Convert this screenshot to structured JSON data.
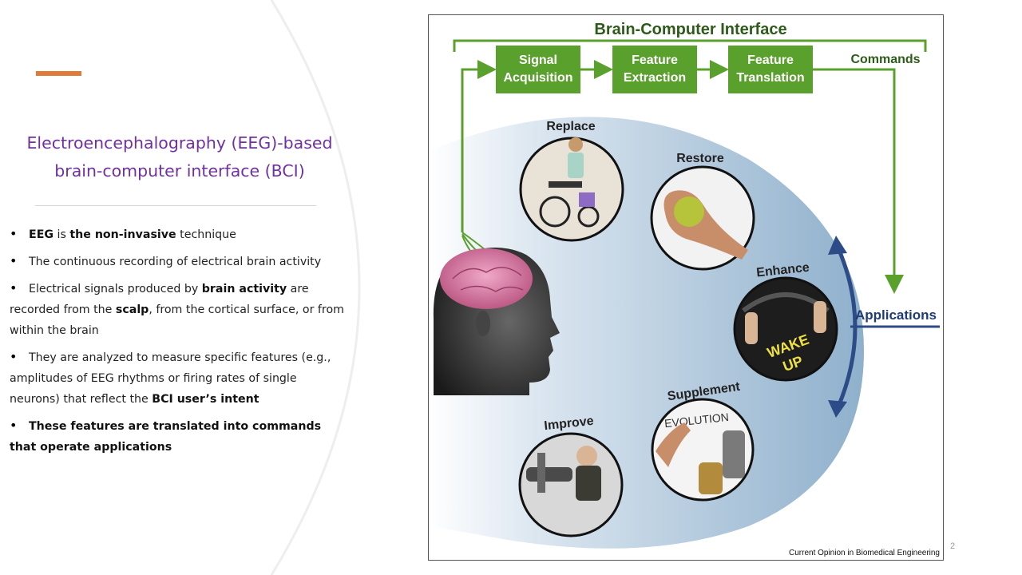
{
  "slide": {
    "title_line1": "Electroencephalography (EEG)-based",
    "title_line2": "brain-computer interface (BCI)",
    "page_number": "2"
  },
  "bullets": [
    {
      "parts": [
        {
          "t": "EEG",
          "b": true
        },
        {
          "t": " is "
        },
        {
          "t": "the non-invasive",
          "b": true
        },
        {
          "t": " technique"
        }
      ]
    },
    {
      "parts": [
        {
          "t": "The continuous recording of electrical brain activity"
        }
      ]
    },
    {
      "parts": [
        {
          "t": "Electrical signals produced by "
        },
        {
          "t": "brain activity",
          "b": true
        },
        {
          "t": " are recorded from the "
        },
        {
          "t": "scalp",
          "b": true
        },
        {
          "t": ",  from the cortical surface, or from within the brain"
        }
      ]
    },
    {
      "parts": [
        {
          "t": "They are analyzed to measure specific features (e.g., amplitudes of EEG rhythms or firing rates of single neurons) that reflect the "
        },
        {
          "t": "BCI user’s intent",
          "b": true
        }
      ]
    },
    {
      "parts": [
        {
          "t": "These features are translated into commands that operate applications",
          "b": true
        }
      ]
    }
  ],
  "figure": {
    "title": "Brain-Computer Interface",
    "steps": [
      {
        "line1": "Signal",
        "line2": "Acquisition"
      },
      {
        "line1": "Feature",
        "line2": "Extraction"
      },
      {
        "line1": "Feature",
        "line2": "Translation"
      }
    ],
    "commands_label": "Commands",
    "applications_label": "Applications",
    "applications": [
      "Replace",
      "Restore",
      "Enhance",
      "Supplement",
      "Improve"
    ],
    "wake_up_line1": "WAKE",
    "wake_up_line2": "UP",
    "supplement_scribble": "EVOLUTION",
    "credit": "Current Opinion in Biomedical Engineering",
    "colors": {
      "green": "#5aa02c",
      "navy": "#2d4b87",
      "brain": "#d77aa5"
    }
  }
}
